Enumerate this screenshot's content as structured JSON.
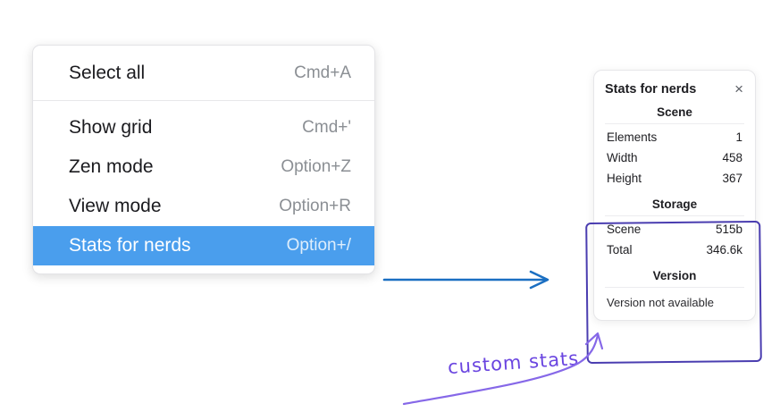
{
  "menu": {
    "items": [
      {
        "label": "Select all",
        "shortcut": "Cmd+A",
        "selected": false
      },
      {
        "label": "Show grid",
        "shortcut": "Cmd+'",
        "selected": false
      },
      {
        "label": "Zen mode",
        "shortcut": "Option+Z",
        "selected": false
      },
      {
        "label": "View mode",
        "shortcut": "Option+R",
        "selected": false
      },
      {
        "label": "Stats for nerds",
        "shortcut": "Option+/",
        "selected": true
      }
    ]
  },
  "panel": {
    "title": "Stats for nerds",
    "close_icon": "×",
    "scene": {
      "header": "Scene",
      "rows": [
        {
          "label": "Elements",
          "value": "1"
        },
        {
          "label": "Width",
          "value": "458"
        },
        {
          "label": "Height",
          "value": "367"
        }
      ]
    },
    "storage": {
      "header": "Storage",
      "rows": [
        {
          "label": "Scene",
          "value": "515b"
        },
        {
          "label": "Total",
          "value": "346.6k"
        }
      ]
    },
    "version": {
      "header": "Version",
      "note": "Version not available"
    }
  },
  "annotation": {
    "label": "custom stats"
  },
  "colors": {
    "selection_blue": "#4a9eed",
    "pointer_arrow_blue": "#1b6fc2",
    "annotation_box_purple": "#4a3db0",
    "annotation_text_purple": "#6a45e0",
    "annotation_arrow_purple": "#8668e8"
  }
}
